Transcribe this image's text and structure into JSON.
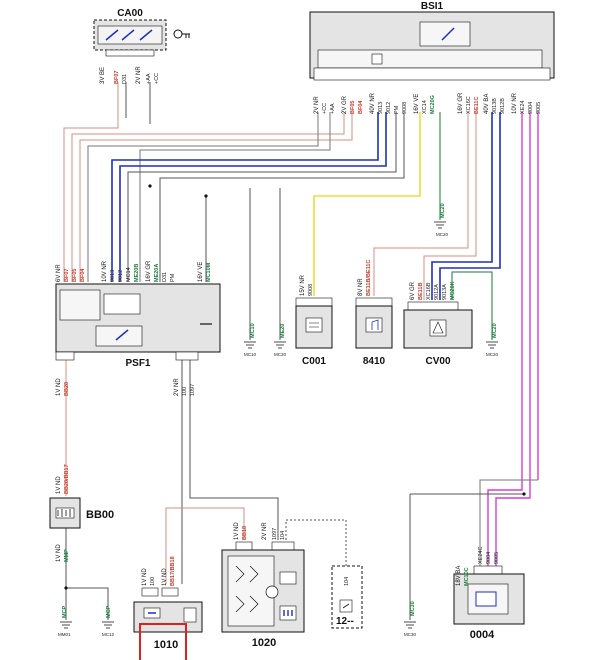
{
  "components": {
    "ca00": "CA00",
    "bsi1": "BSI1",
    "psf1": "PSF1",
    "c001": "C001",
    "c8410": "8410",
    "cv00": "CV00",
    "bb00": "BB00",
    "c1010": "1010",
    "c1020": "1020",
    "c0004": "0004",
    "c12": "12--"
  },
  "connectors": {
    "ca00_a": "3V BE",
    "ca00_b": "2V NR",
    "bsi_1": "2V NR",
    "bsi_2": "2V GR",
    "bsi_3": "40V NR",
    "bsi_4": "16V VE",
    "bsi_5": "16V GR",
    "bsi_6": "40V BA",
    "bsi_7": "10V NR",
    "psf_a": "6V NR",
    "psf_b": "10V NR",
    "psf_c": "16V GR",
    "psf_d": "16V VE",
    "psf_out": "2V NR",
    "psf_gnd": "1V ND",
    "c001_c": "15V NR",
    "c8410_c": "8V NR",
    "cv00_c": "6V GR",
    "bb00_top": "1V ND",
    "bb00_bot": "1V ND",
    "c1010_a": "1V ND",
    "c1010_b": "1V ND",
    "c1020_a": "1V ND",
    "c1020_b": "2V NR",
    "c0004_c": "18V BA"
  },
  "wire_codes": {
    "ca00_d31": "D31",
    "ca00_bf07": "BF07",
    "ca00_p": "+AA",
    "ca00_p2": "+CC",
    "bsi_cc": "+CC",
    "bsi_aa": "+AA",
    "bsi_bf05": "BF05",
    "bsi_bf04": "BF04",
    "bsi_9013": "9013",
    "bsi_9012": "9012",
    "bsi_pm": "PM",
    "bsi_9008": "9008",
    "bsi_xc14": "XC14",
    "bsi_mc20g": "MC20G",
    "bsi_xc16c": "XC16C",
    "bsi_be11c": "BE11C",
    "bsi_9013b": "9013B",
    "bsi_9012b": "9012B",
    "bsi_xe24": "XE24",
    "bsi_9004": "9004",
    "bsi_9005": "9005",
    "psf_bf07": "BF07",
    "psf_bf05": "BF05",
    "psf_bf04": "BF04",
    "psf_9013": "9013",
    "psf_9012": "9012",
    "psf_mc14": "MC14",
    "psf_me20b": "ME20B",
    "psf_me20a": "ME20A",
    "psf_d31": "D31",
    "psf_pm": "PM",
    "psf_mc10m": "MC10M",
    "psf_bb28": "BB28",
    "psf_100": "100",
    "psf_1097": "1097",
    "c001_9008": "9008",
    "c8410_be": "BE11B/BE11C",
    "cv00_be11b": "BE11B",
    "cv00_xc16b": "XC16B",
    "cv00_9012a": "9012A",
    "cv00_9013a": "9013A",
    "cv00_mc20k": "MC20K",
    "mc20_mid": "MC20",
    "mc20_right": "MC20",
    "mc10_l": "MC10",
    "me20_l": "ME20",
    "bb00_bb28": "BB28/BB17",
    "bb00_mmp": "MMP",
    "mcp_left": "MCP",
    "mcp_right": "MCP",
    "c1010_100": "100",
    "c1010_bb": "BB17/BB18",
    "c1020_bb18": "BB18",
    "c1020_1097": "1097",
    "c1020_104": "104",
    "c12_104": "104",
    "mc30_a": "MC30",
    "c0004_mc": "MC10C",
    "c0004_xe": "XE24C",
    "c0004_9004": "9004",
    "c0004_9005": "9005"
  },
  "ground_labels": {
    "g_mc20": "MC20",
    "g_mc10": "MC10",
    "g_me20": "MC20",
    "g_mc20r": "MC20",
    "g_mm01": "MM01",
    "g_mc12": "MC12",
    "g_mc30": "MC30"
  },
  "colors": {
    "line": "#111111",
    "red_wire": "#d98c80",
    "blue_wire": "#1f2fbf",
    "yellow_wire": "#e8e040",
    "magenta_wire": "#d63fd6",
    "gray_wire": "#555555",
    "green_wire": "#1a7a3a",
    "highlight_box": "#e02020",
    "module_fill": "#e4e4e4"
  }
}
